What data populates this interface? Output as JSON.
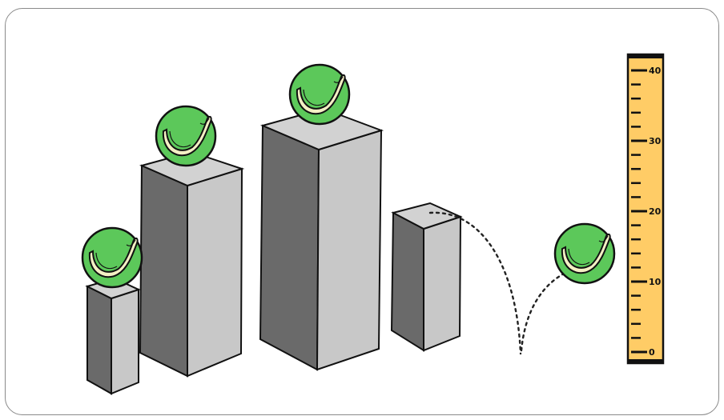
{
  "colors": {
    "block_top": "#d2d2d2",
    "block_left": "#6a6a6a",
    "block_right": "#c8c8c8",
    "ball": "#5cc85a",
    "ball_seam_fill": "#f4f0c4",
    "ruler": "#ffcc66",
    "outline": "#111111",
    "frame_border": "#8a8a8a"
  },
  "icons": {
    "ball": "tennis-ball-icon",
    "block": "gray-box-block",
    "ruler": "measuring-ruler",
    "trajectory": "dotted-bounce-path"
  },
  "ruler": {
    "min": 0,
    "max": 40,
    "labels": [
      "0",
      "10",
      "20",
      "30",
      "40"
    ]
  }
}
